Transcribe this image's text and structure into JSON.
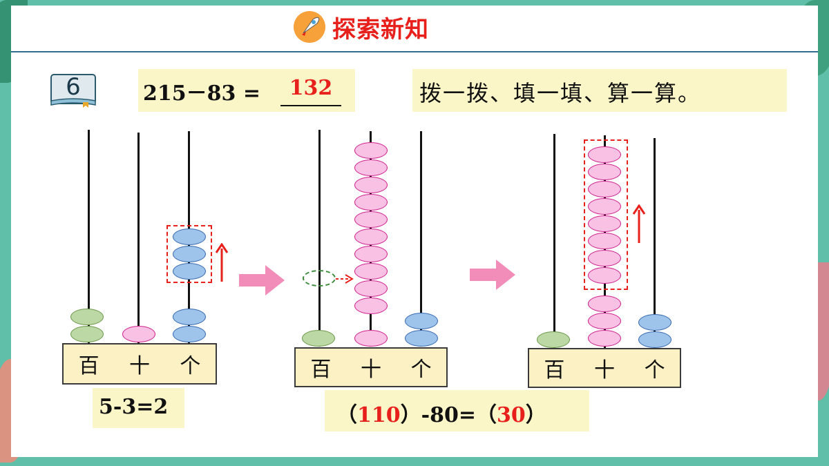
{
  "header": {
    "title": "探索新知",
    "icon": "rocket-icon"
  },
  "example": {
    "number": "6",
    "icon": "book-icon"
  },
  "equation": {
    "expression": "215－83 =",
    "answer": "132"
  },
  "instruction": "拨一拨、填一填、算一算。",
  "abacus_labels": {
    "hundreds": "百",
    "tens": "十",
    "ones": "个"
  },
  "step1": {
    "equation": "5-3=2"
  },
  "step2": {
    "open1": "（",
    "value1": "110",
    "mid": "）-80=（",
    "value2": "30",
    "close": "）"
  },
  "colors": {
    "accent_red": "#e8201c",
    "hundreds_bead": "#bcd8a4",
    "tens_bead": "#f9c1e3",
    "ones_bead": "#9fc4ec",
    "arrow_pink": "#f28cb8"
  },
  "abacus_states": [
    {
      "hundreds": 2,
      "tens": 1,
      "ones": 2,
      "removed_ones": 3
    },
    {
      "hundreds": 1,
      "tens": 11,
      "ones": 2
    },
    {
      "hundreds": 1,
      "tens": 3,
      "ones": 2,
      "removed_tens": 8
    }
  ]
}
